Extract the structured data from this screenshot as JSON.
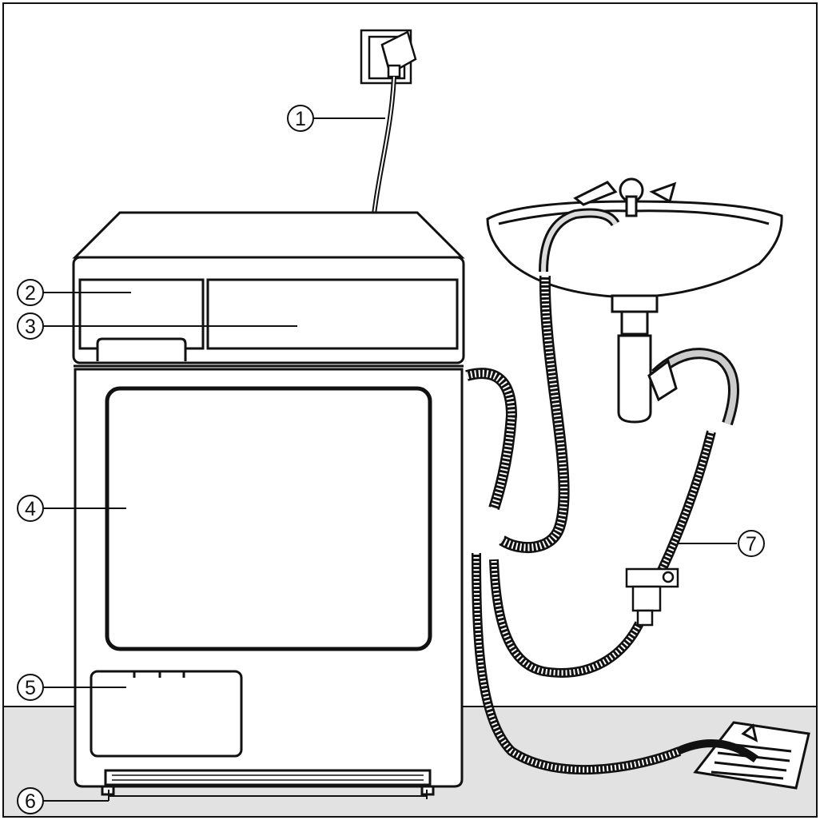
{
  "figure": {
    "description_visible_text_only": true,
    "callouts": [
      {
        "id": "c1",
        "number": "1"
      },
      {
        "id": "c2",
        "number": "2"
      },
      {
        "id": "c3",
        "number": "3"
      },
      {
        "id": "c4",
        "number": "4"
      },
      {
        "id": "c5",
        "number": "5"
      },
      {
        "id": "c6",
        "number": "6"
      },
      {
        "id": "c7",
        "number": "7"
      }
    ]
  },
  "colors": {
    "line": "#111111",
    "floor": "#e2e2e2",
    "background": "#ffffff"
  }
}
